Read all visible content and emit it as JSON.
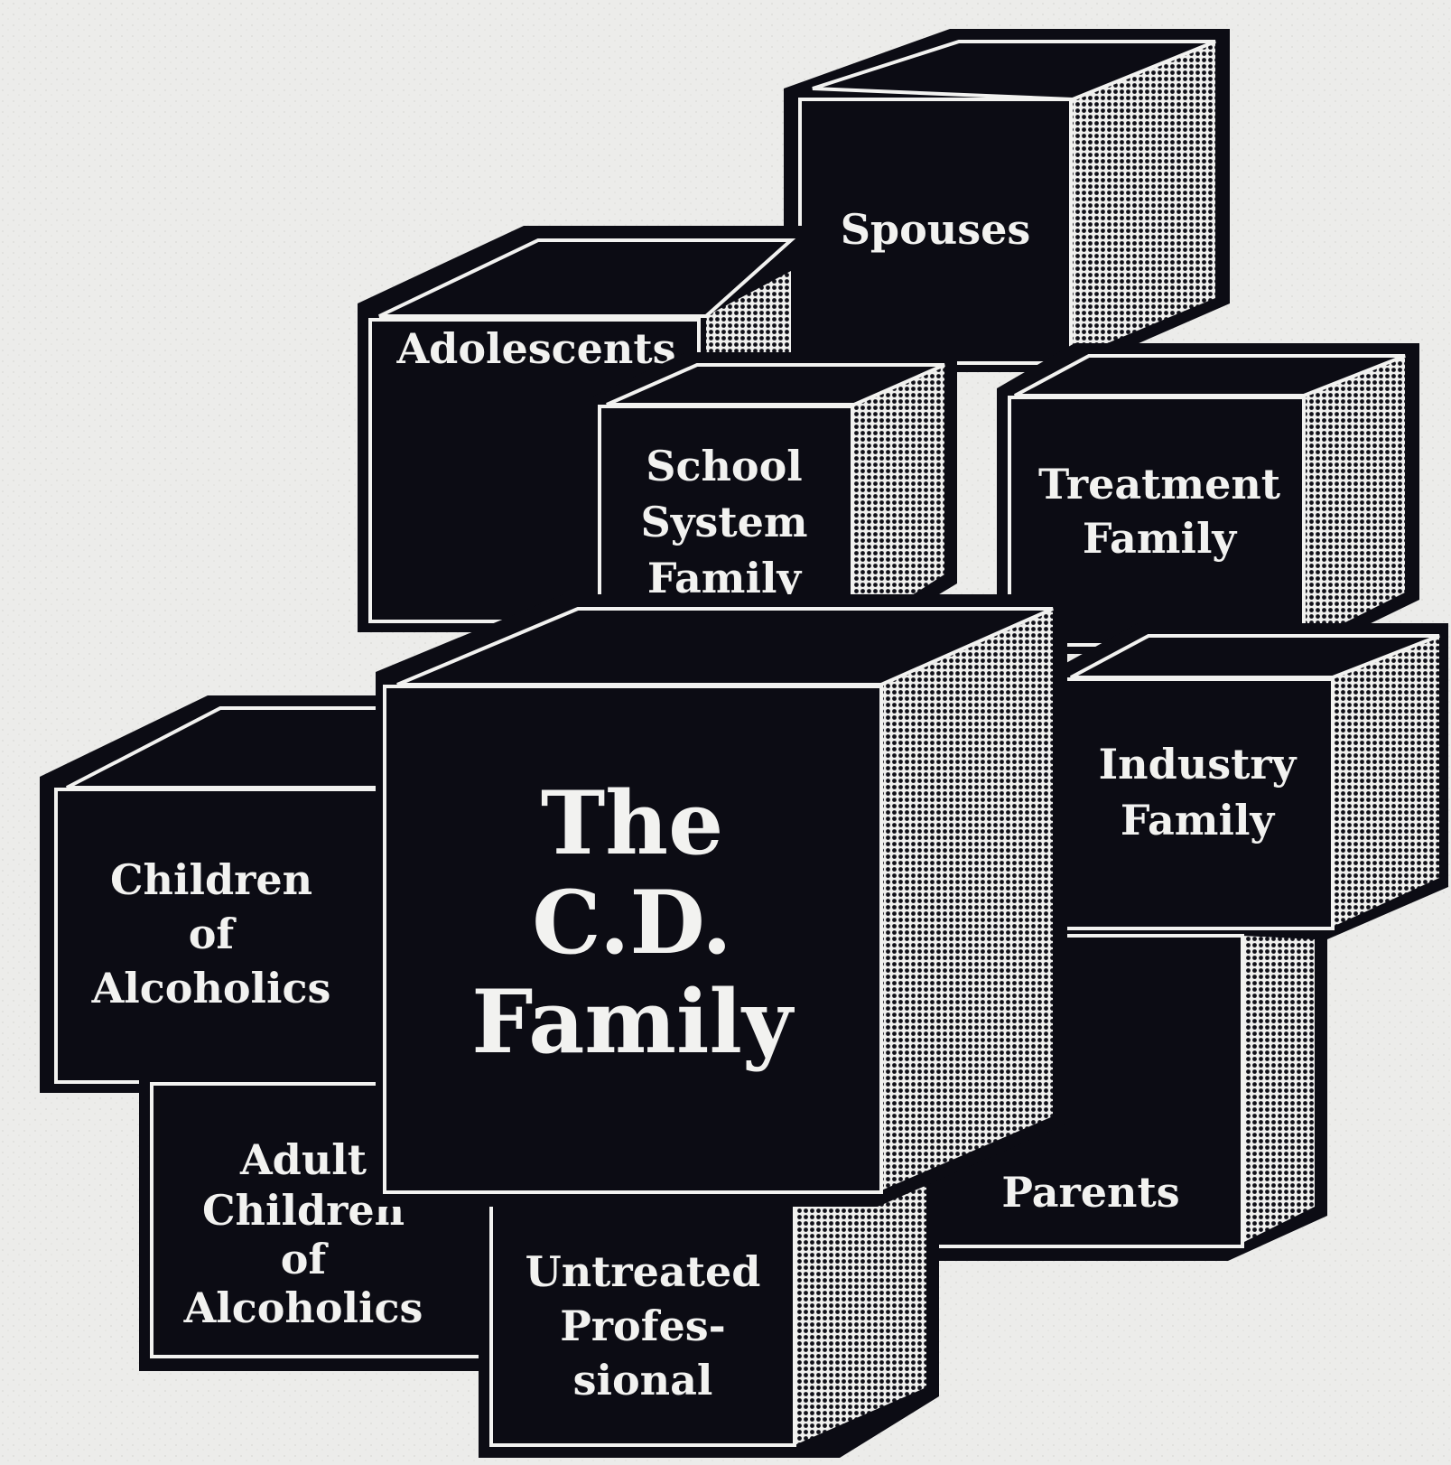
{
  "diagram": {
    "center": {
      "line1": "The",
      "line2": "C.D.",
      "line3": "Family"
    },
    "boxes": {
      "spouses": {
        "line1": "Spouses"
      },
      "adolescents": {
        "line1": "Adolescents"
      },
      "school_system_family": {
        "line1": "School",
        "line2": "System",
        "line3": "Family"
      },
      "treatment_family": {
        "line1": "Treatment",
        "line2": "Family"
      },
      "industry_family": {
        "line1": "Industry",
        "line2": "Family"
      },
      "children_of_alcoholics": {
        "line1": "Children",
        "line2": "of",
        "line3": "Alcoholics"
      },
      "adult_children_of_alcoholics": {
        "line1": "Adult",
        "line2": "Children",
        "line3": "of",
        "line4": "Alcoholics"
      },
      "untreated_professional": {
        "line1": "Untreated",
        "line2": "Profes-",
        "line3": "sional"
      },
      "parents": {
        "line1": "Parents"
      }
    },
    "colors": {
      "ink": "#0c0c14",
      "paper": "#ececea",
      "text": "#f2f2f0",
      "side_shade": "#8e8e96"
    }
  }
}
